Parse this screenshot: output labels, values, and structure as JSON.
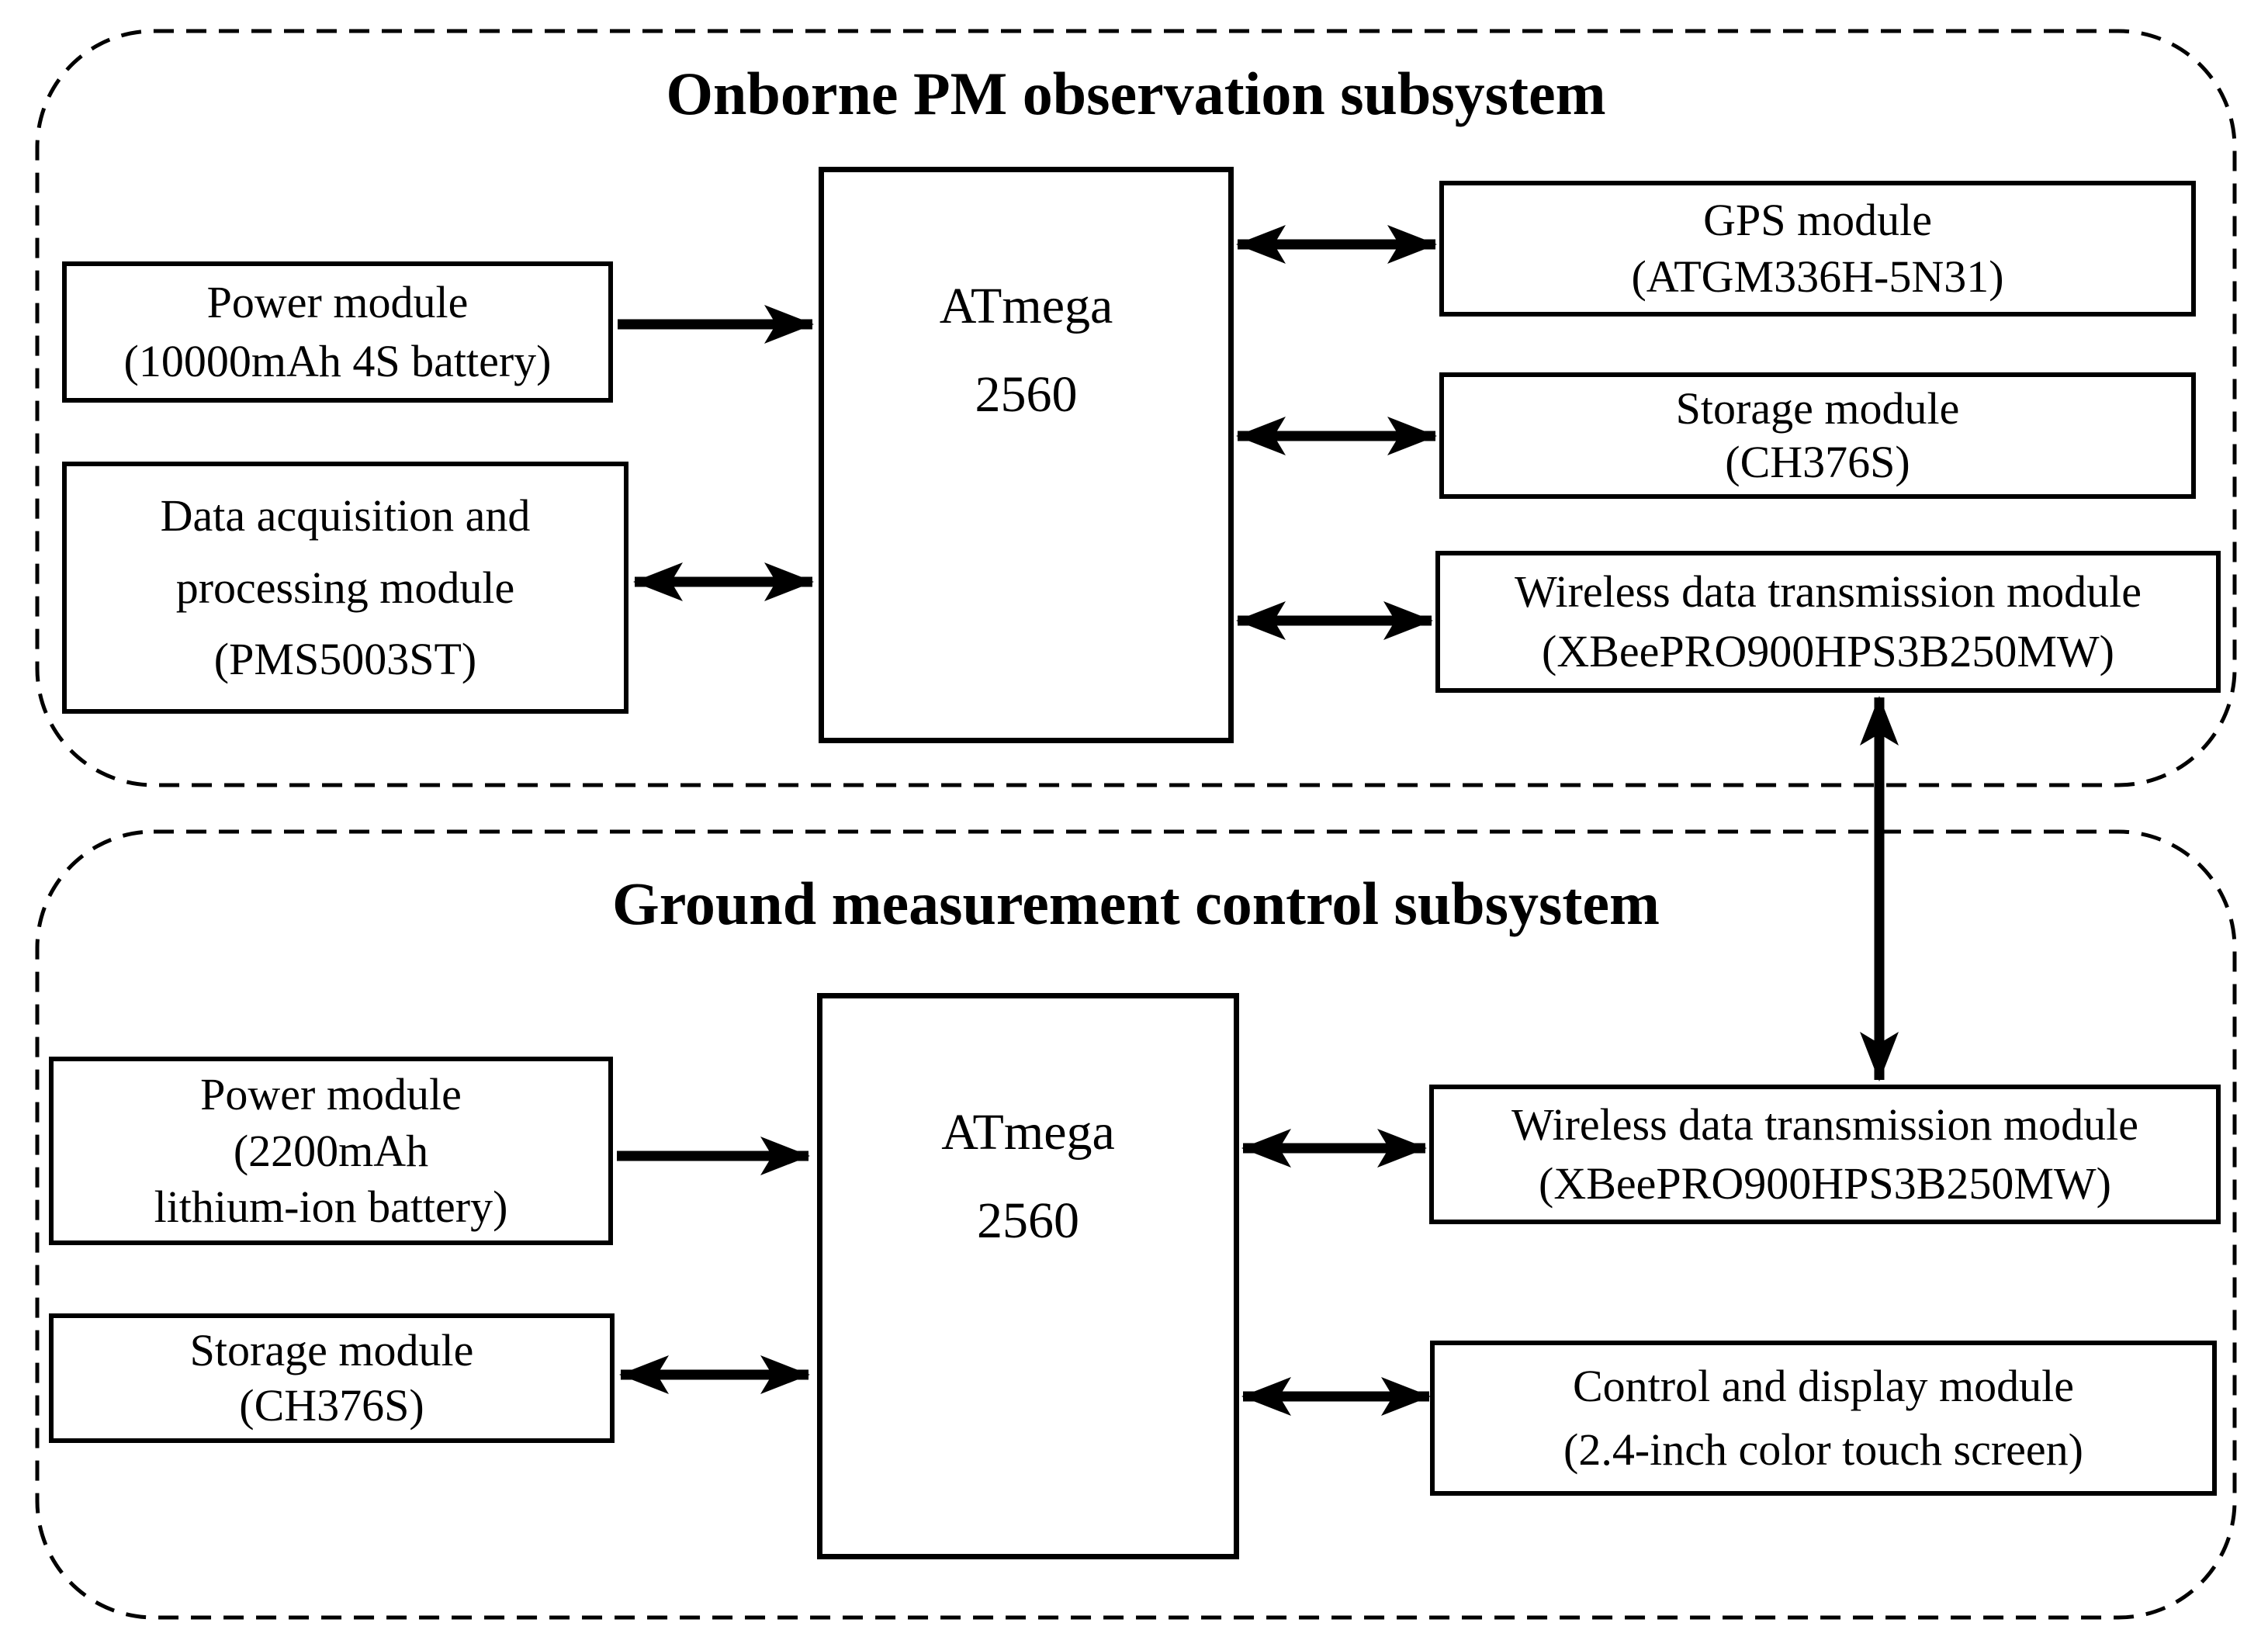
{
  "colors": {
    "ink": "#000000",
    "background": "#ffffff"
  },
  "top_subsystem": {
    "title": "Onborne PM observation subsystem",
    "power": {
      "lines": [
        "Power module",
        "(10000mAh 4S battery)"
      ]
    },
    "data_acquisition": {
      "lines": [
        "Data acquisition and",
        "processing module",
        "(PMS5003ST)"
      ]
    },
    "mcu": {
      "lines": [
        "ATmega",
        "2560"
      ]
    },
    "gps": {
      "lines": [
        "GPS module",
        "(ATGM336H-5N31)"
      ]
    },
    "storage": {
      "lines": [
        "Storage module",
        "(CH376S)"
      ]
    },
    "wireless": {
      "lines": [
        "Wireless data transmission module",
        "(XBeePRO900HPS3B250MW)"
      ]
    }
  },
  "bottom_subsystem": {
    "title": "Ground measurement control subsystem",
    "power": {
      "lines": [
        "Power module",
        "(2200mAh",
        "lithium-ion battery)"
      ]
    },
    "storage": {
      "lines": [
        "Storage module",
        "(CH376S)"
      ]
    },
    "mcu": {
      "lines": [
        "ATmega",
        "2560"
      ]
    },
    "wireless": {
      "lines": [
        "Wireless data transmission module",
        "(XBeePRO900HPS3B250MW)"
      ]
    },
    "control_display": {
      "lines": [
        "Control and display module",
        "(2.4-inch color touch screen)"
      ]
    }
  }
}
